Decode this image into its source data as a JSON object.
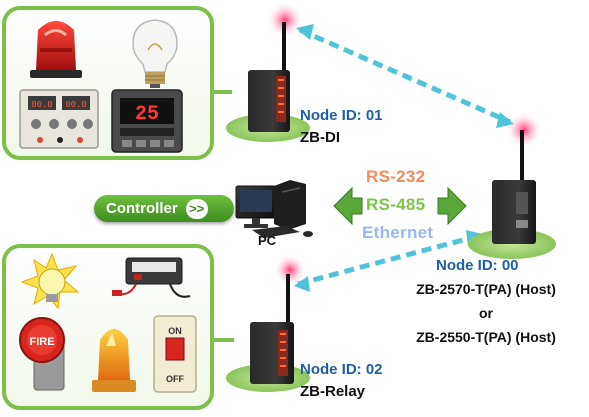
{
  "controller_button": {
    "label": "Controller",
    "arrow_glyph": ">>"
  },
  "pc_label": "PC",
  "protocols": [
    "RS-232",
    "RS-485",
    "Ethernet"
  ],
  "protocol_colors": {
    "rs232": "#f28a5a",
    "rs485": "#7cc64e",
    "ethernet": "#9ab8f0"
  },
  "nodes": [
    {
      "id_text": "Node ID: 01",
      "type_text": "ZB-DI"
    },
    {
      "id_text": "Node ID: 00",
      "type_text": "ZB-2570-T(PA) (Host)",
      "or_text": "or",
      "alt_text": "ZB-2550-T(PA) (Host)"
    },
    {
      "id_text": "Node ID: 02",
      "type_text": "ZB-Relay"
    }
  ],
  "panel_items": {
    "top": [
      "siren-icon",
      "light-bulb-icon",
      "power-supply-icon",
      "temperature-controller-icon"
    ],
    "bottom": [
      "alert-lamp-icon",
      "battery-charger-icon",
      "fire-alarm-icon",
      "warning-beacon-icon",
      "on-off-switch-icon"
    ]
  },
  "temperature_display": "25",
  "fire_alarm_text": "FIRE",
  "switch_labels": {
    "on": "ON",
    "off": "OFF"
  },
  "colors": {
    "panel_border": "#7cbf4a",
    "wireless_link": "#4fc3d9",
    "node_id": "#1f5fa8",
    "signal": "#ec4f86"
  }
}
